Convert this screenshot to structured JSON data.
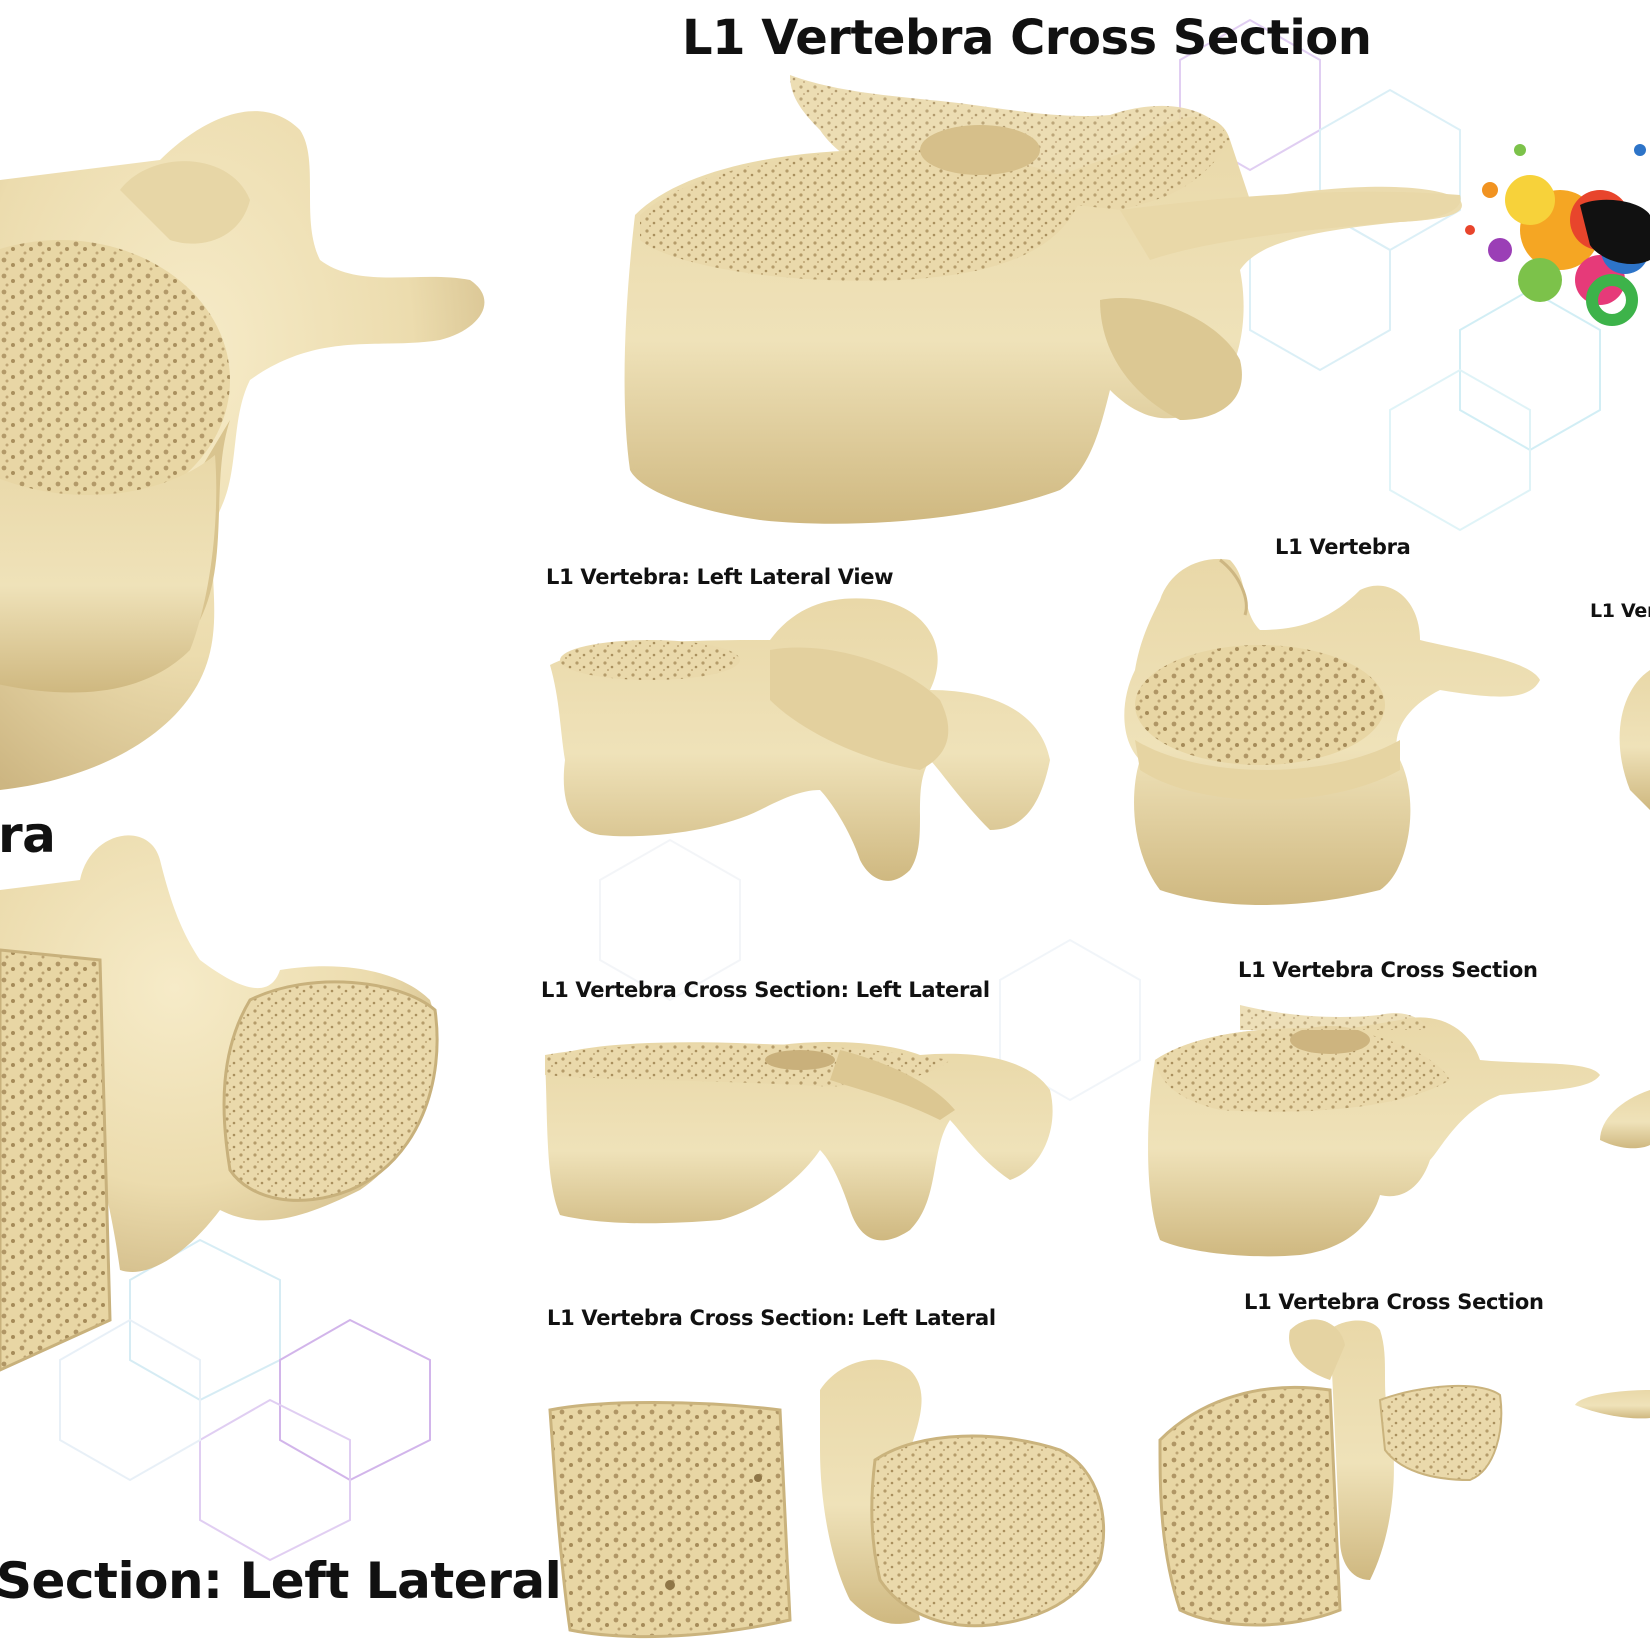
{
  "title": "L1 Vertebra Cross Section",
  "labels": {
    "left_partial_top": "ra",
    "left_partial_bottom": "Section: Left Lateral",
    "left_lateral_view": "L1 Vertebra: Left Lateral View",
    "vertebra": "L1 Vertebra",
    "right_edge_partial": "L1 Ver",
    "cross_section_left_lateral_1": "L1 Vertebra Cross Section: Left Lateral",
    "cross_section_1": "L1 Vertebra Cross Section",
    "cross_section_left_lateral_2": "L1 Vertebra Cross Section: Left Lateral",
    "cross_section_2": "L1 Vertebra Cross Section"
  },
  "colors": {
    "bone": "#efe0b4",
    "bone_shade": "#d8c391",
    "bone_dark": "#b9a26a",
    "pore": "#b59c6a",
    "hex_purple": "#c9a6e6",
    "hex_cyan": "#bfe9f2",
    "background": "#ffffff"
  },
  "icons": {
    "logo": "paint-splash-logo"
  }
}
